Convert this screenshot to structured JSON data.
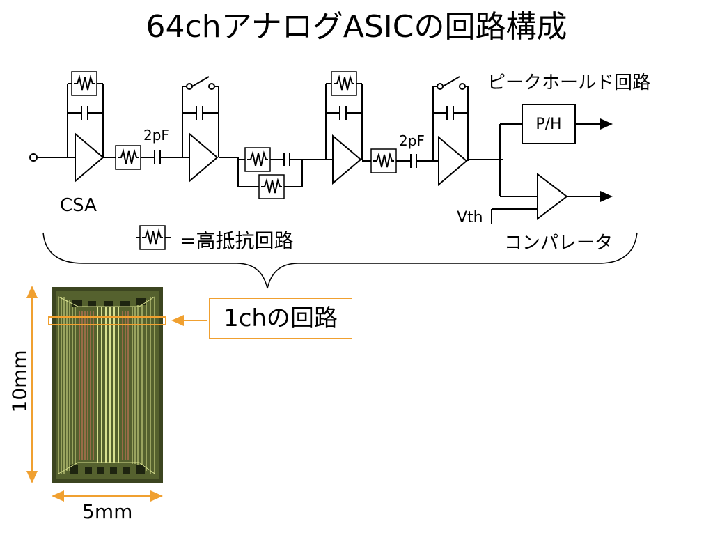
{
  "title": "64chアナログASICの回路構成",
  "labels": {
    "csa": "CSA",
    "cap1": "2pF",
    "cap2": "2pF",
    "peak_hold": "ピークホールド回路",
    "ph_box": "P/H",
    "vth": "Vth",
    "comparator": "コンパレータ",
    "legend": "=高抵抗回路",
    "callout": "1chの回路",
    "dim_height": "10mm",
    "dim_width": "5mm"
  },
  "colors": {
    "wire": "#000000",
    "accent_orange": "#f0a030",
    "chip_bg": "#3c4520",
    "chip_trace": "#b8c46a",
    "chip_copper": "#b07050"
  }
}
